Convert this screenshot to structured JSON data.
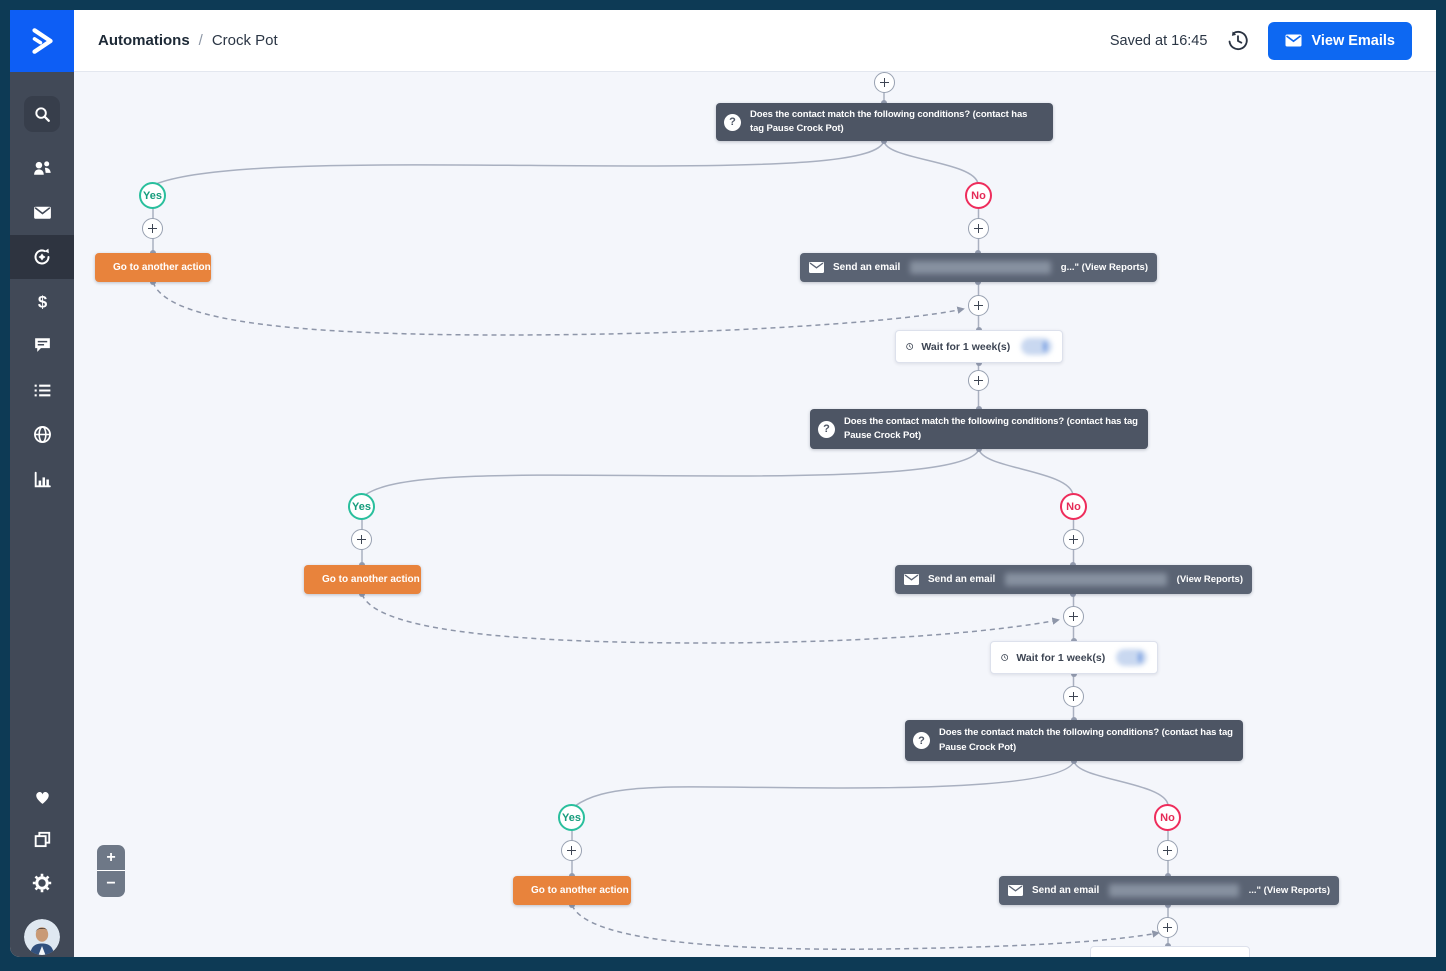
{
  "topbar": {
    "breadcrumb": {
      "section": "Automations",
      "separator": "/",
      "page": "Crock Pot"
    },
    "saved_status": "Saved at 16:45",
    "view_emails_button": "View Emails"
  },
  "sidebar": {
    "icons": [
      "search",
      "contacts",
      "email",
      "automations",
      "deals",
      "conversations",
      "lists",
      "website",
      "reports",
      "favorites",
      "copy",
      "settings",
      "avatar"
    ],
    "active_item": "automations"
  },
  "flow": {
    "condition_label": "Does the contact match the following conditions? (contact has tag Pause Crock Pot)",
    "yes_label": "Yes",
    "no_label": "No",
    "goto_action_label": "Go to another action",
    "send_email_label": "Send an email",
    "email_suffix_1": "g...\" (View Reports)",
    "email_suffix_2": "(View Reports)",
    "email_suffix_3": "...\" (View Reports)",
    "wait_label": "Wait for 1 week(s)"
  },
  "zoom_controls": {
    "zoom_in": "+",
    "zoom_out": "−"
  },
  "colors": {
    "frame": "#0d3a55",
    "logo_blue": "#0d5ef5",
    "button_blue": "#0d68f2",
    "sidebar": "#414957",
    "canvas": "#f4f6fb",
    "condition_box": "#4d5564",
    "email_box": "#5a6373",
    "wait_box": "#ffffff",
    "goto_box": "#e8833c",
    "yes_green": "#2abf9d",
    "no_red": "#ee2d5c",
    "wire": "#a9b0c0"
  }
}
